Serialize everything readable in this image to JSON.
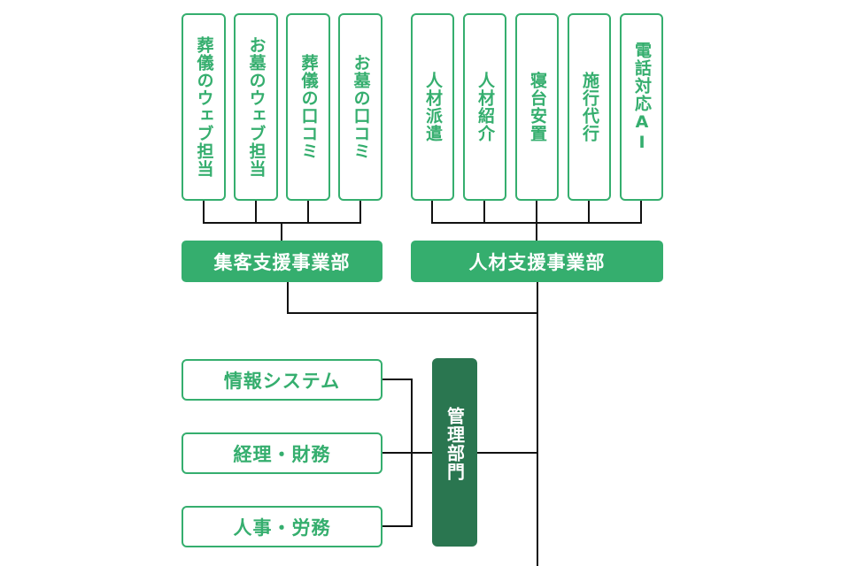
{
  "colors": {
    "primary_green": "#35ae6e",
    "dark_green": "#2a7650",
    "line": "#111111"
  },
  "marketing_division": {
    "label": "集客支援事業部",
    "units": [
      {
        "label": "葬儀のウェブ担当"
      },
      {
        "label": "お墓のウェブ担当"
      },
      {
        "label": "葬儀の口コミ"
      },
      {
        "label": "お墓の口コミ"
      }
    ]
  },
  "hr_division": {
    "label": "人材支援事業部",
    "units": [
      {
        "label": "人材派遣"
      },
      {
        "label": "人材紹介"
      },
      {
        "label": "寝台安置"
      },
      {
        "label": "施行代行"
      },
      {
        "label": "電話対応AI"
      }
    ]
  },
  "admin_division": {
    "label": "管理部門",
    "units": [
      {
        "label": "情報システム"
      },
      {
        "label": "経理・財務"
      },
      {
        "label": "人事・労務"
      }
    ]
  }
}
